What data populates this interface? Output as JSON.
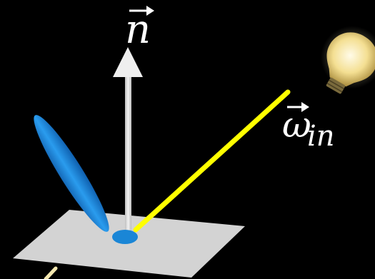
{
  "diagram": {
    "normal_label": {
      "symbol": "n"
    },
    "incoming_label": {
      "symbol": "ω",
      "subscript": "in"
    },
    "colors": {
      "background": "#000000",
      "surface": "#d3d3d3",
      "normal_arrow": "#e6e6e6",
      "incoming_ray": "#ffff00",
      "brdf_lobe": "#1e90e0",
      "light_bulb_glow": "#f6e6a0",
      "reflected_ray": "#f4e8b0"
    },
    "icons": {
      "light_source": "light-bulb-icon"
    }
  }
}
